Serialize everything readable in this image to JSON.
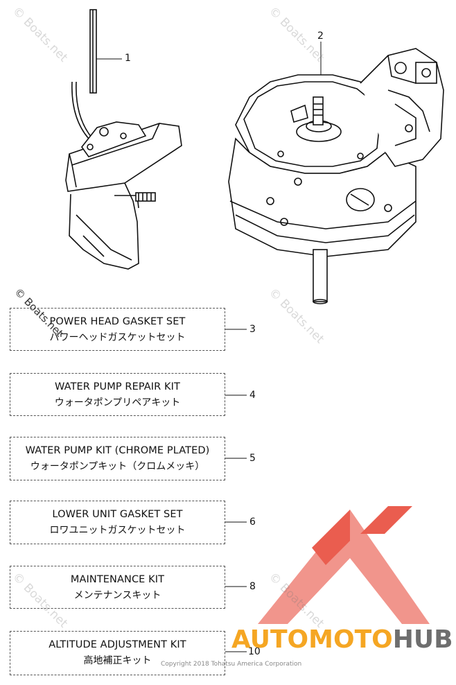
{
  "callouts": {
    "c1": "1",
    "c2": "2",
    "c3": "3",
    "c4": "4",
    "c5": "5",
    "c6": "6",
    "c8": "8",
    "c10": "10"
  },
  "kits": [
    {
      "en": "POWER HEAD GASKET SET",
      "jp": "パワーヘッドガスケットセット"
    },
    {
      "en": "WATER PUMP REPAIR KIT",
      "jp": "ウォータポンプリペアキット"
    },
    {
      "en": "WATER PUMP KIT (CHROME PLATED)",
      "jp": "ウォータポンプキット（クロムメッキ）"
    },
    {
      "en": "LOWER UNIT GASKET SET",
      "jp": "ロワユニットガスケットセット"
    },
    {
      "en": "MAINTENANCE KIT",
      "jp": "メンテナンスキット"
    },
    {
      "en": "ALTITUDE ADJUSTMENT KIT",
      "jp": "高地補正キット"
    }
  ],
  "watermark": "© Boats.net",
  "copyright": "Copyright 2018 Tohatsu America Corporation",
  "logo": {
    "part1": "AUTOMOTO",
    "part2": "HUB",
    "red": "#e63b2e",
    "orange": "#f5a623",
    "gray": "#6e6e6e"
  }
}
